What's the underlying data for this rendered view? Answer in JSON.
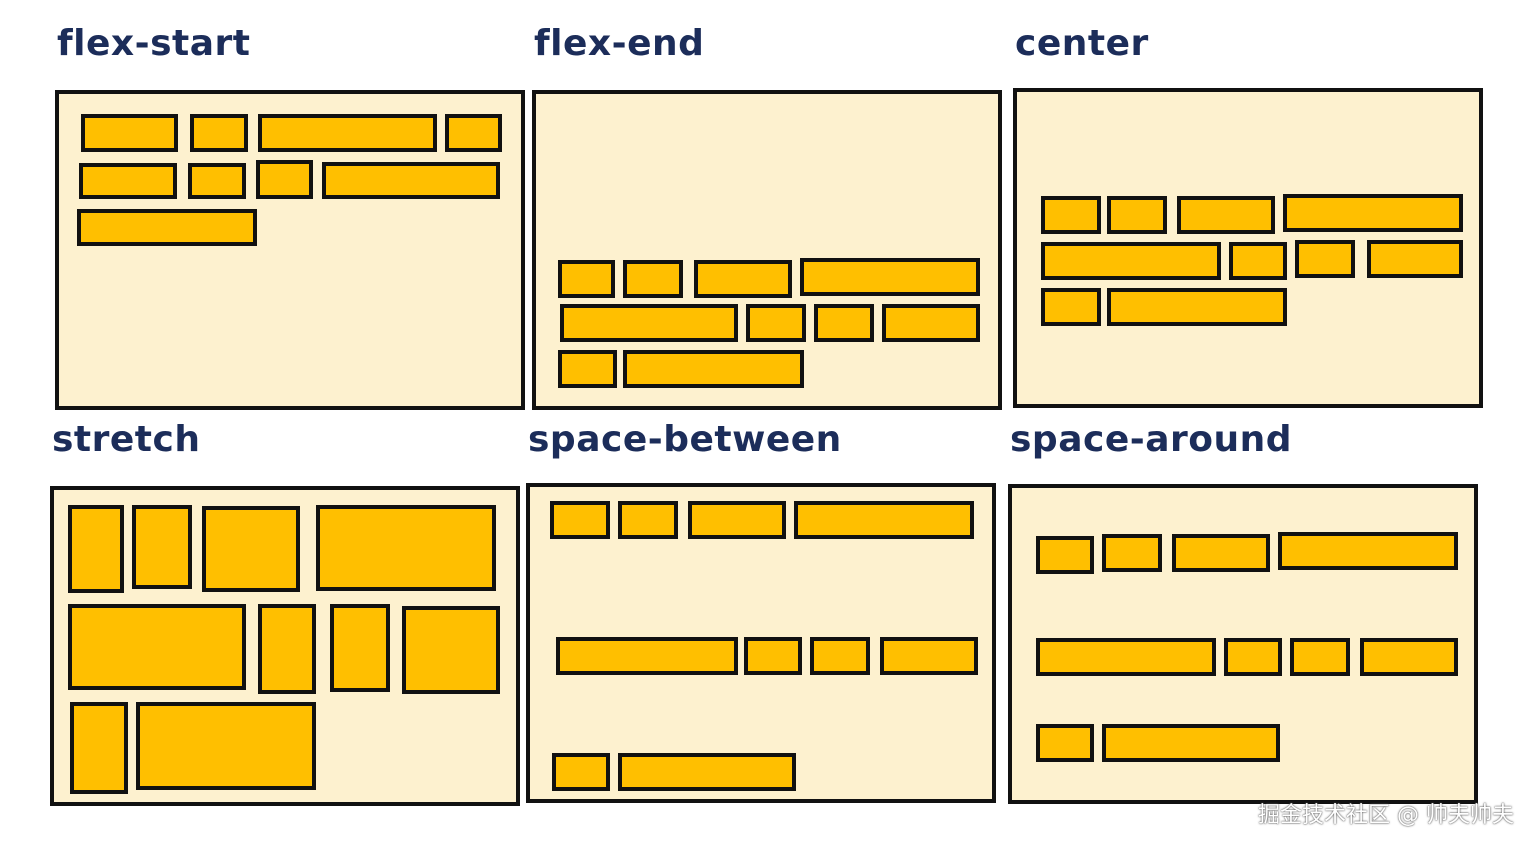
{
  "colors": {
    "title": "#1c2d5a",
    "container_fill": "#fdf1cf",
    "item_fill": "#ffbf00",
    "border": "#111111"
  },
  "panels": [
    {
      "title": "flex-start"
    },
    {
      "title": "flex-end"
    },
    {
      "title": "center"
    },
    {
      "title": "stretch"
    },
    {
      "title": "space-between"
    },
    {
      "title": "space-around"
    }
  ],
  "watermark": "掘金技术社区 @ 帅夫帅夫"
}
